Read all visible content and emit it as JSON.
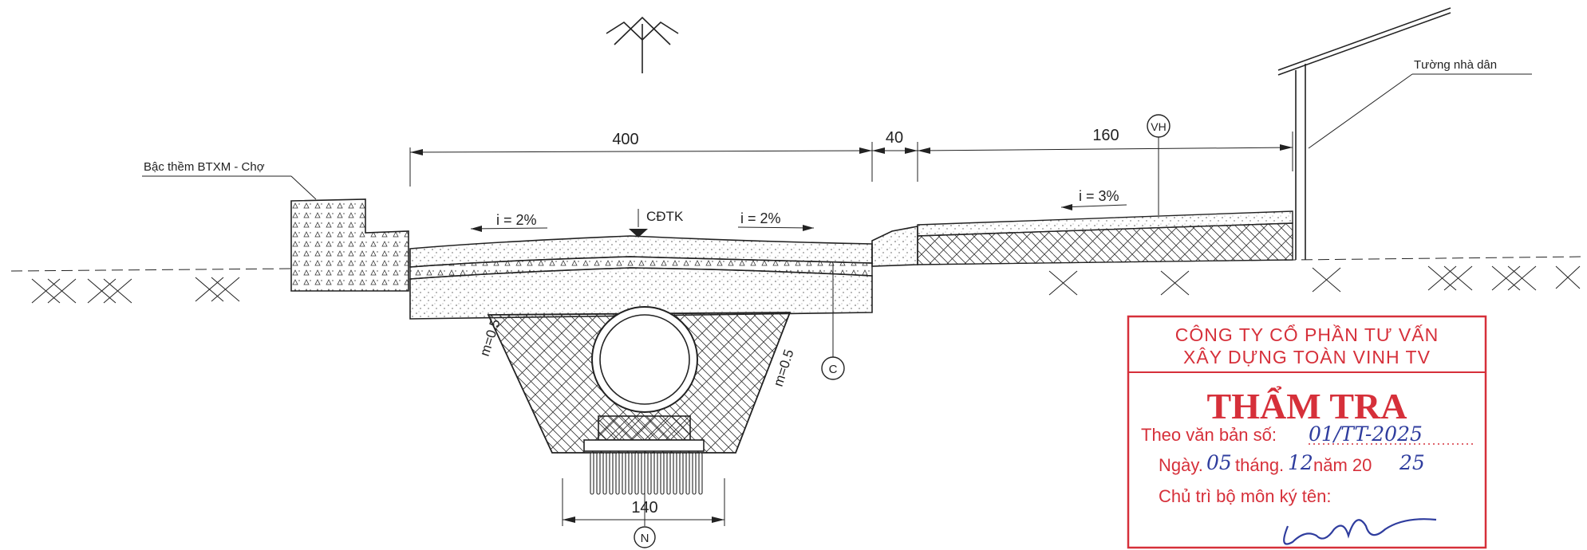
{
  "labels": {
    "top_left_callout": "Bậc thềm BTXM - Chợ",
    "top_right_callout": "Tường nhà dân",
    "dim_400": "400",
    "dim_40": "40",
    "dim_160": "160",
    "dim_140": "140",
    "slope_left": "i = 2%",
    "slope_right": "i = 2%",
    "slope_sidewalk": "i = 3%",
    "design_elevation": "CĐTK",
    "marker_vh": "VH",
    "marker_c": "C",
    "marker_n": "N",
    "side_slope_left": "m=0.5",
    "side_slope_right": "m=0.5"
  },
  "stamp": {
    "company_line1": "CÔNG TY CỔ PHẦN TƯ VẤN",
    "company_line2": "XÂY DỰNG TOÀN VINH TV",
    "title": "THẨM TRA",
    "doc_prefix": "Theo văn bản số:",
    "doc_number": "01/TT-2025",
    "date_prefix": "Ngày.",
    "day": "05",
    "month_word": "tháng.",
    "month": "12",
    "year_word": "năm 20",
    "year_suffix": "25",
    "signer_line": "Chủ trì bộ môn ký tên:"
  },
  "colors": {
    "ink": "#222222",
    "stamp_red": "#d6303a",
    "pen_blue": "#2f3d9e"
  }
}
